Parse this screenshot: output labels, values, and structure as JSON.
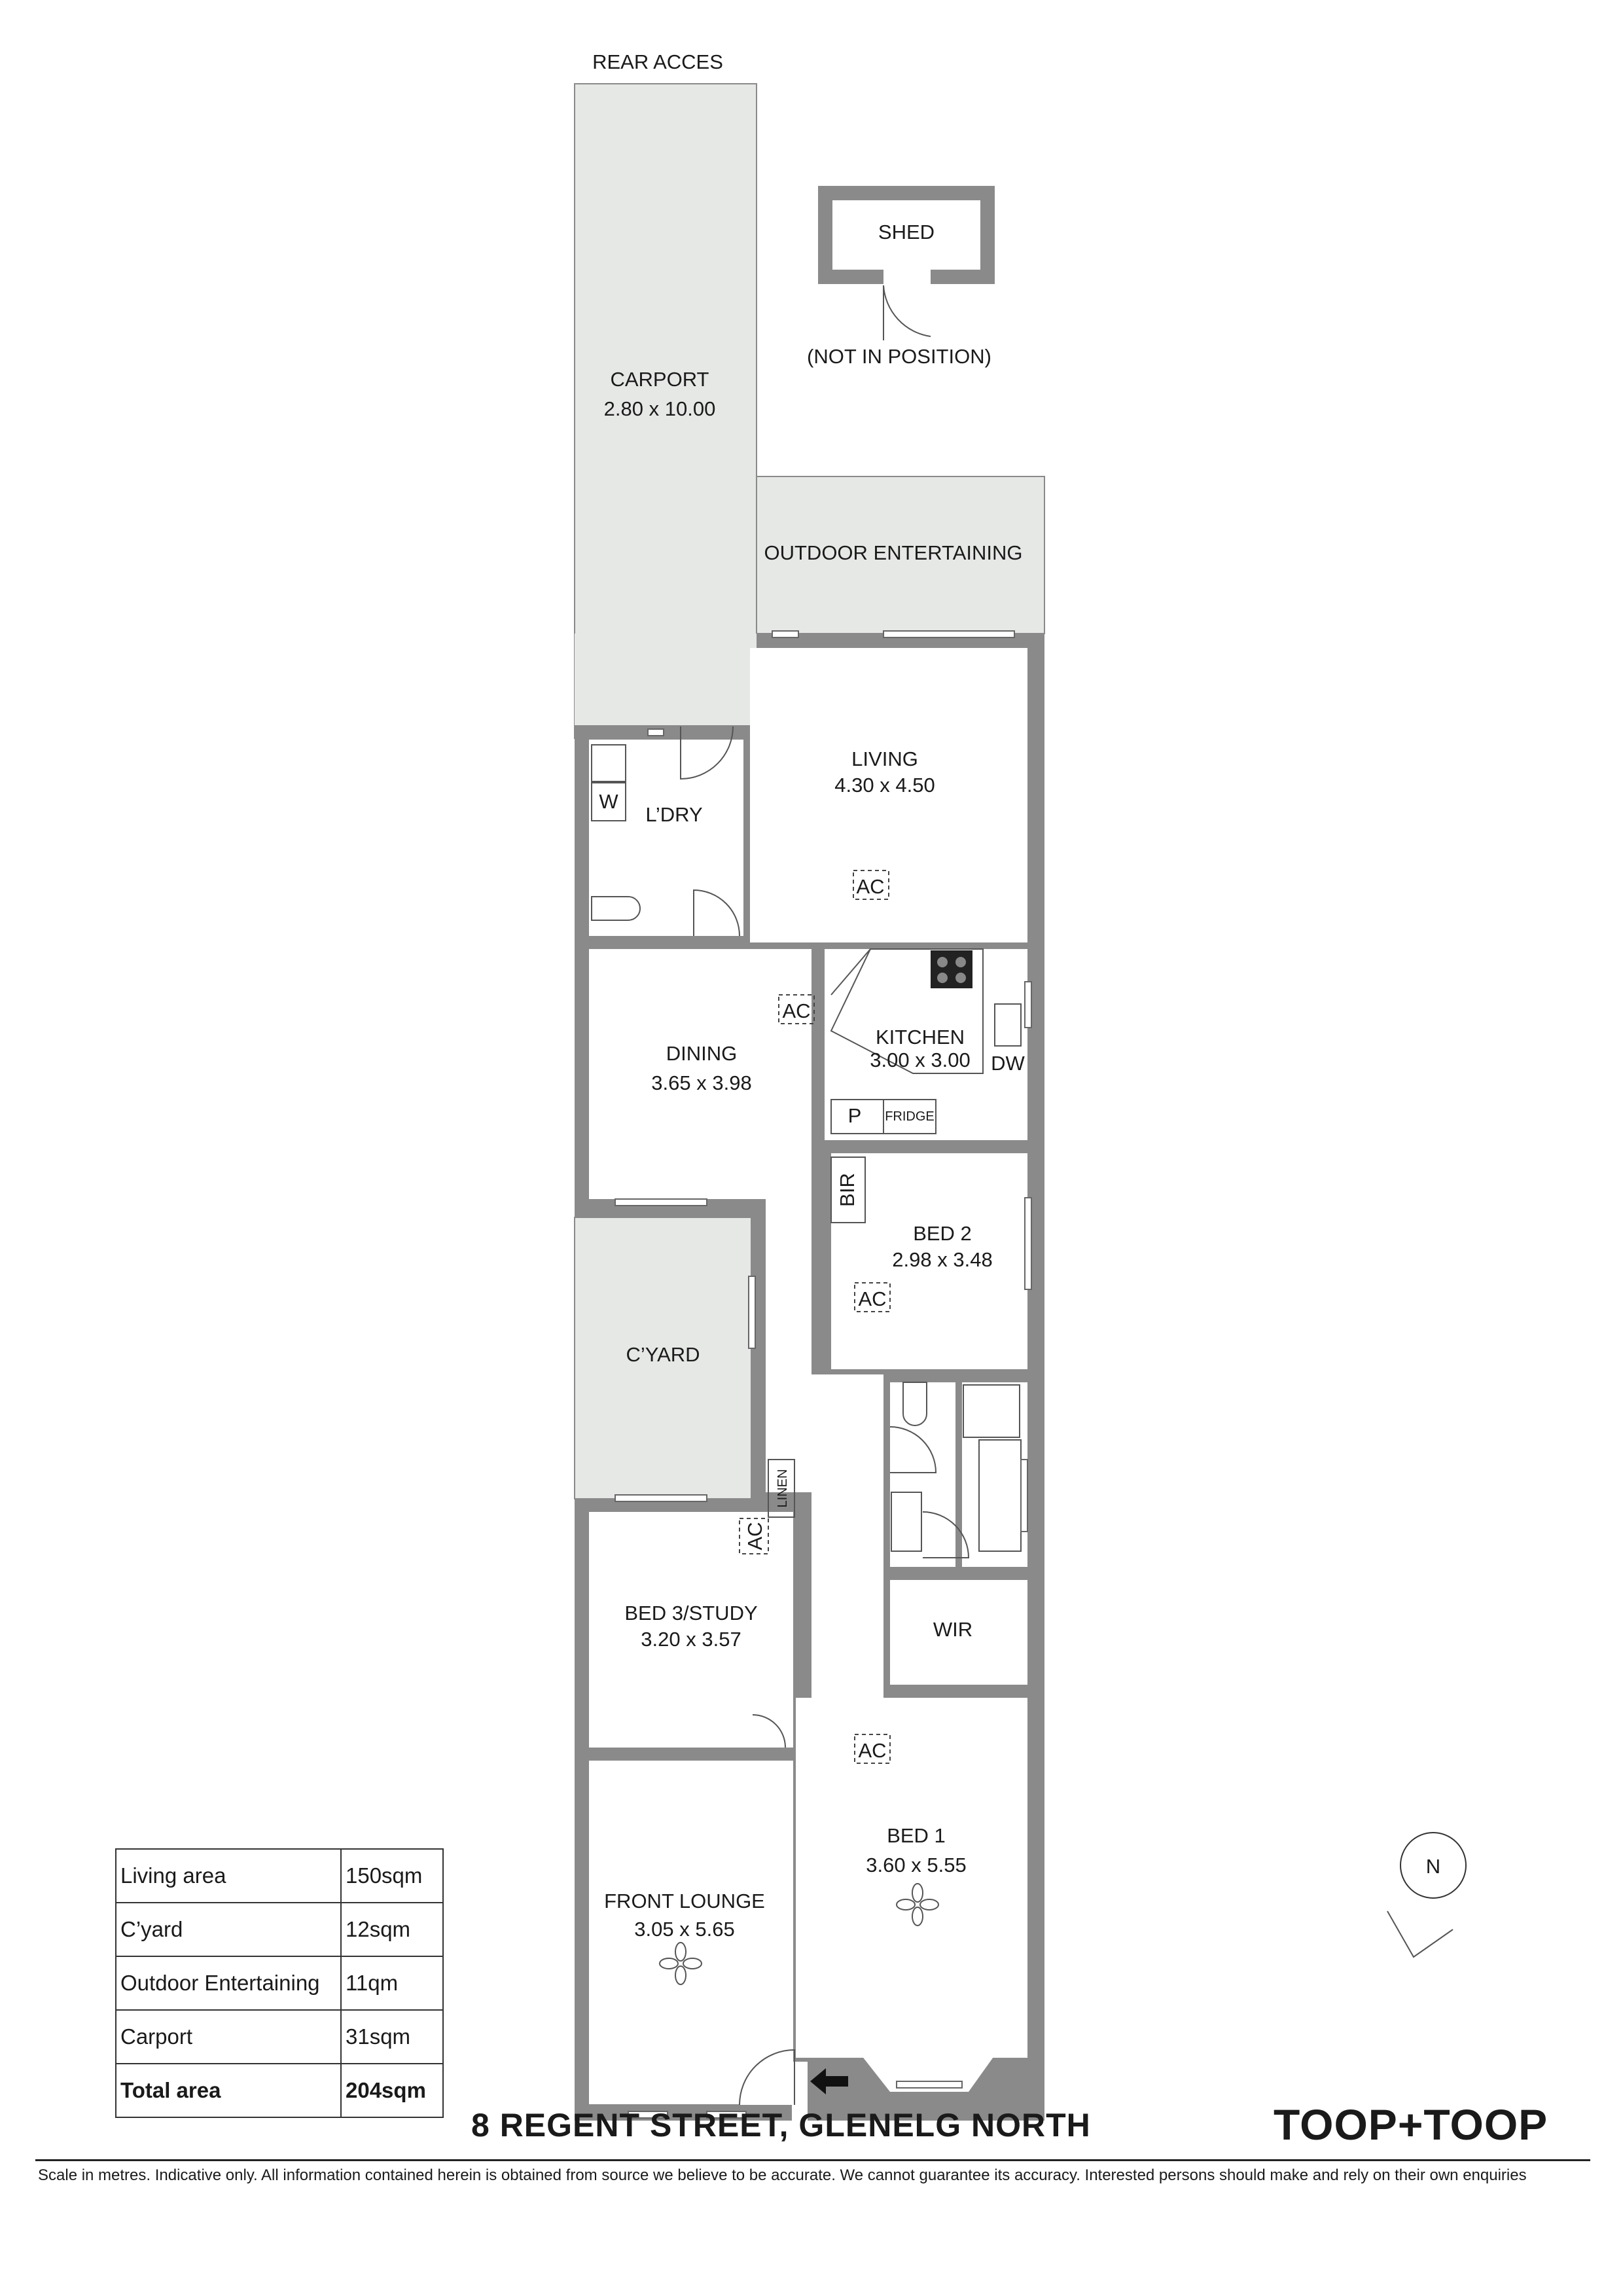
{
  "labels": {
    "rear_access": "REAR ACCES",
    "shed": "SHED",
    "shed_note": "(NOT IN POSITION)",
    "carport": "CARPORT",
    "carport_dim": "2.80 x 10.00",
    "outdoor": "OUTDOOR ENTERTAINING",
    "living": "LIVING",
    "living_dim": "4.30 x 4.50",
    "laundry": "L’DRY",
    "washer": "W",
    "ac": "AC",
    "dining": "DINING",
    "dining_dim": "3.65 x 3.98",
    "kitchen": "KITCHEN",
    "kitchen_dim": "3.00 x 3.00",
    "dishwasher": "DW",
    "pantry": "P",
    "fridge": "FRIDGE",
    "bir": "BIR",
    "bed2": "BED 2",
    "bed2_dim": "2.98 x 3.48",
    "courtyard": "C’YARD",
    "linen": "LINEN",
    "bed3": "BED 3/STUDY",
    "bed3_dim": "3.20 x 3.57",
    "wir": "WIR",
    "bed1": "BED 1",
    "bed1_dim": "3.60 x 5.55",
    "front_lounge": "FRONT LOUNGE",
    "front_lounge_dim": "3.05 x 5.65",
    "north": "N"
  },
  "areas": [
    {
      "name": "Living area",
      "value": "150sqm"
    },
    {
      "name": "C’yard",
      "value": "12sqm"
    },
    {
      "name": "Outdoor Entertaining",
      "value": "11qm"
    },
    {
      "name": "Carport",
      "value": "31sqm"
    },
    {
      "name": "Total area",
      "value": "204sqm"
    }
  ],
  "address": "8 REGENT STREET, GLENELG NORTH",
  "brand": "TOOP+TOOP",
  "disclaimer": "Scale in metres. Indicative only. All information contained herein is obtained from source we believe to be accurate. We cannot guarantee its accuracy. Interested persons should make and rely on their own enquiries",
  "colors": {
    "wall": "#8a8a8a",
    "exterior": "#e6e8e6",
    "text": "#1a1a1a"
  }
}
